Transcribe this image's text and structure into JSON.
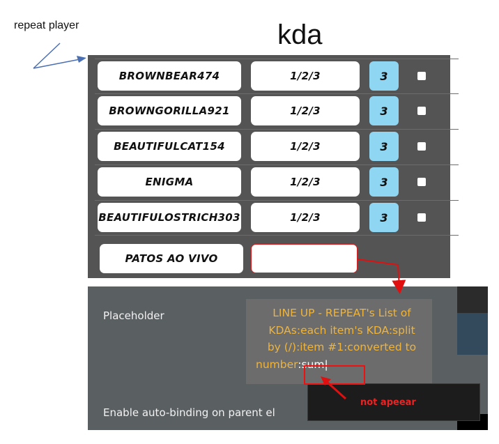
{
  "annotations": {
    "repeat_player": "repeat player",
    "kda_title": "kda",
    "not_appear": "not apeear"
  },
  "players": [
    {
      "name": "BROWNBEAR474",
      "kda": "1/2/3",
      "count": "3"
    },
    {
      "name": "BROWNGORILLA921",
      "kda": "1/2/3",
      "count": "3"
    },
    {
      "name": "BEAUTIFULCAT154",
      "kda": "1/2/3",
      "count": "3"
    },
    {
      "name": "ENIGMA",
      "kda": "1/2/3",
      "count": "3"
    },
    {
      "name": "BEAUTIFULOSTRICH303",
      "kda": "1/2/3",
      "count": "3"
    }
  ],
  "team": {
    "name": "PATOS AO VIVO",
    "input_value": ""
  },
  "property_editor": {
    "placeholder_label": "Placeholder",
    "expression_line1": "LINE UP - REPEAT's List of",
    "expression_line2": "KDAs:each item's KDA:split",
    "expression_line3": "by (/):item #1:converted to",
    "expression_line4": "number",
    "expression_suffix": ":sum",
    "autobind_label": "Enable auto-binding on parent el"
  },
  "colors": {
    "panel_dark": "#545454",
    "count_badge": "#8fd6f3",
    "expression_text": "#f0b43a",
    "highlight_red": "#ee1111"
  }
}
